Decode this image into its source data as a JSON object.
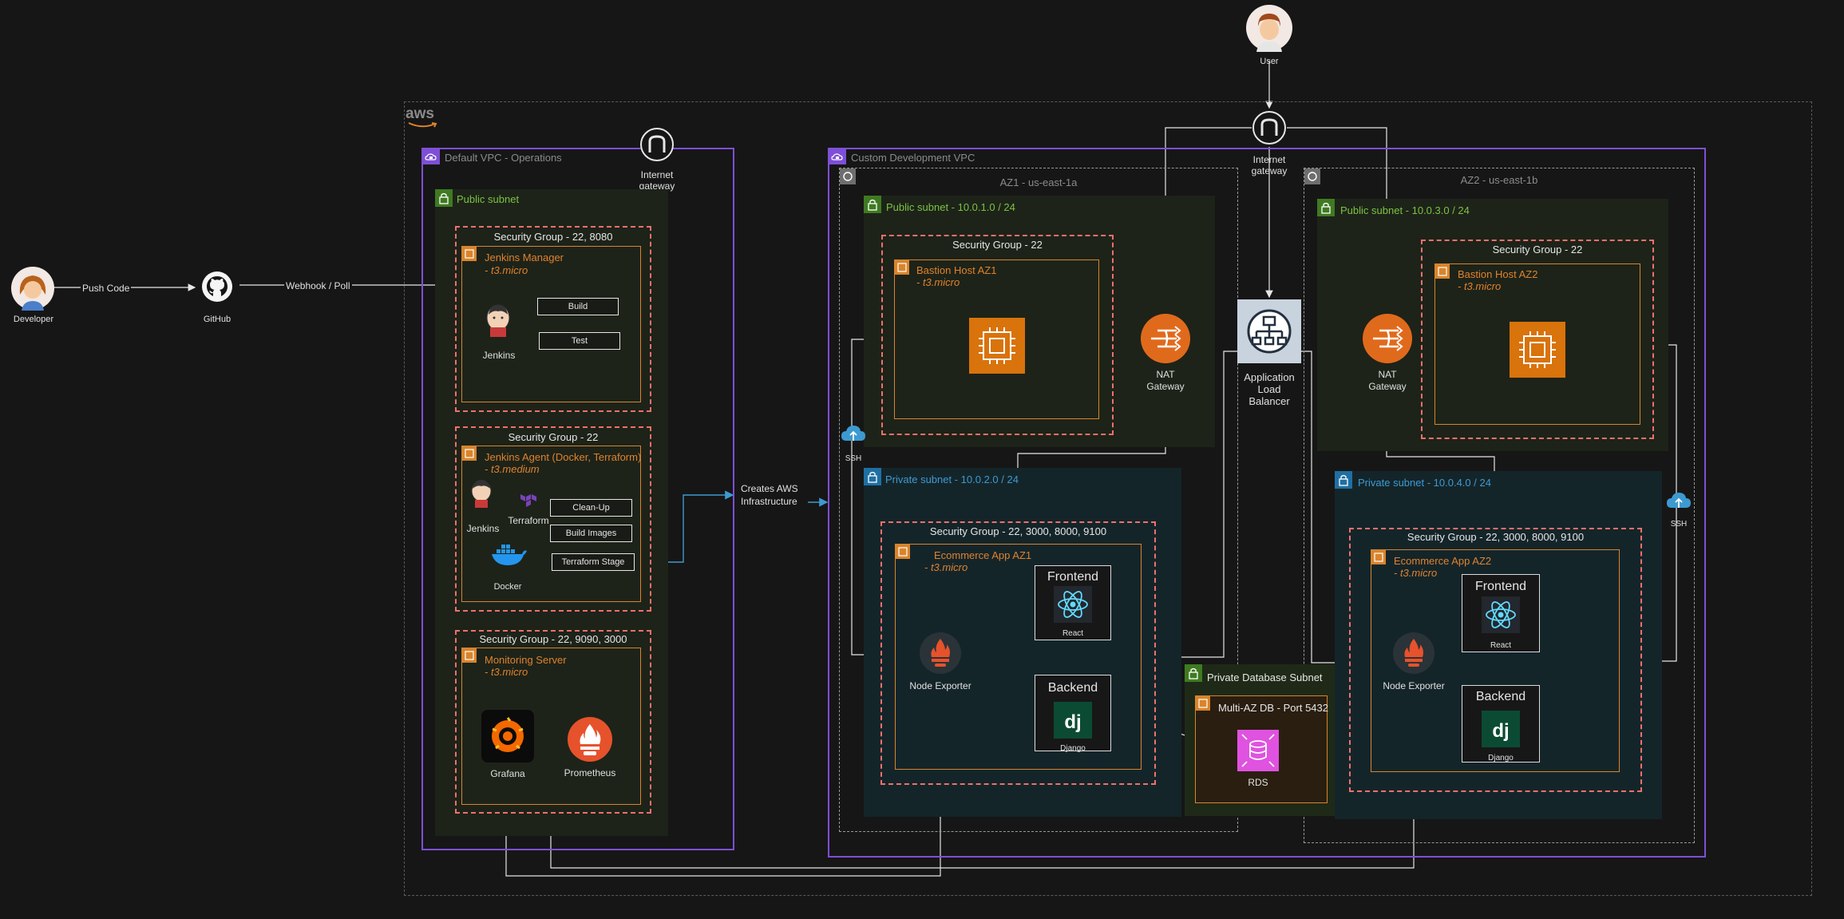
{
  "actors": {
    "developer": "Developer",
    "github": "GitHub",
    "user": "User",
    "push_code": "Push Code",
    "webhook": "Webhook / Poll",
    "creates_aws_1": "Creates AWS",
    "creates_aws_2": "Infrastructure"
  },
  "aws_logo": "aws",
  "default_vpc": {
    "title": "Default VPC - Operations",
    "igw_1": "Internet",
    "igw_2": "gateway",
    "public_subnet": "Public subnet",
    "sg1": {
      "title": "Security Group - 22, 8080",
      "name": "Jenkins Manager",
      "type": "- t3.micro",
      "jenkins": "Jenkins",
      "build": "Build",
      "test": "Test"
    },
    "sg2": {
      "title": "Security Group - 22",
      "name": "Jenkins Agent (Docker, Terraform)",
      "type": "- t3.medium",
      "jenkins": "Jenkins",
      "terraform": "Terraform",
      "docker": "Docker",
      "cleanup": "Clean-Up",
      "build_images": "Build Images",
      "tf_stage": "Terraform Stage"
    },
    "sg3": {
      "title": "Security Group - 22, 9090, 3000",
      "name": "Monitoring Server",
      "type": "- t3.micro",
      "grafana": "Grafana",
      "prometheus": "Prometheus"
    }
  },
  "custom_vpc": {
    "title": "Custom Development VPC",
    "igw_1": "Internet",
    "igw_2": "gateway",
    "alb_1": "Application",
    "alb_2": "Load",
    "alb_3": "Balancer",
    "ssh": "SSH",
    "az1": {
      "title": "AZ1 - us-east-1a",
      "public_subnet": "Public subnet - 10.0.1.0 / 24",
      "sg_pub": "Security Group - 22",
      "bastion": "Bastion Host AZ1",
      "bastion_type": "- t3.micro",
      "nat_1": "NAT",
      "nat_2": "Gateway",
      "private_subnet": "Private subnet - 10.0.2.0 / 24",
      "sg_priv": "Security Group - 22, 3000, 8000, 9100",
      "app": "Ecommerce App AZ1",
      "app_type": "- t3.micro",
      "frontend": "Frontend",
      "react": "React",
      "backend": "Backend",
      "django": "Django",
      "node_exporter": "Node Exporter"
    },
    "az2": {
      "title": "AZ2 - us-east-1b",
      "public_subnet": "Public subnet - 10.0.3.0 / 24",
      "sg_pub": "Security Group - 22",
      "bastion": "Bastion Host AZ2",
      "bastion_type": "- t3.micro",
      "nat_1": "NAT",
      "nat_2": "Gateway",
      "private_subnet": "Private subnet - 10.0.4.0 / 24",
      "sg_priv": "Security Group - 22, 3000, 8000, 9100",
      "app": "Ecommerce App AZ2",
      "app_type": "- t3.micro",
      "frontend": "Frontend",
      "react": "React",
      "backend": "Backend",
      "django": "Django",
      "node_exporter": "Node Exporter"
    },
    "db": {
      "subnet": "Private Database Subnet",
      "name": "Multi-AZ DB - Port 5432",
      "rds": "RDS"
    }
  },
  "colors": {
    "vpc": "#7e4fd6",
    "security_group": "#f0706b",
    "instance": "#d9842b",
    "public_label": "#7cc242",
    "private_label": "#3d9ad1",
    "rds": "#e052e0",
    "connector_blue": "#3d9ad1"
  }
}
